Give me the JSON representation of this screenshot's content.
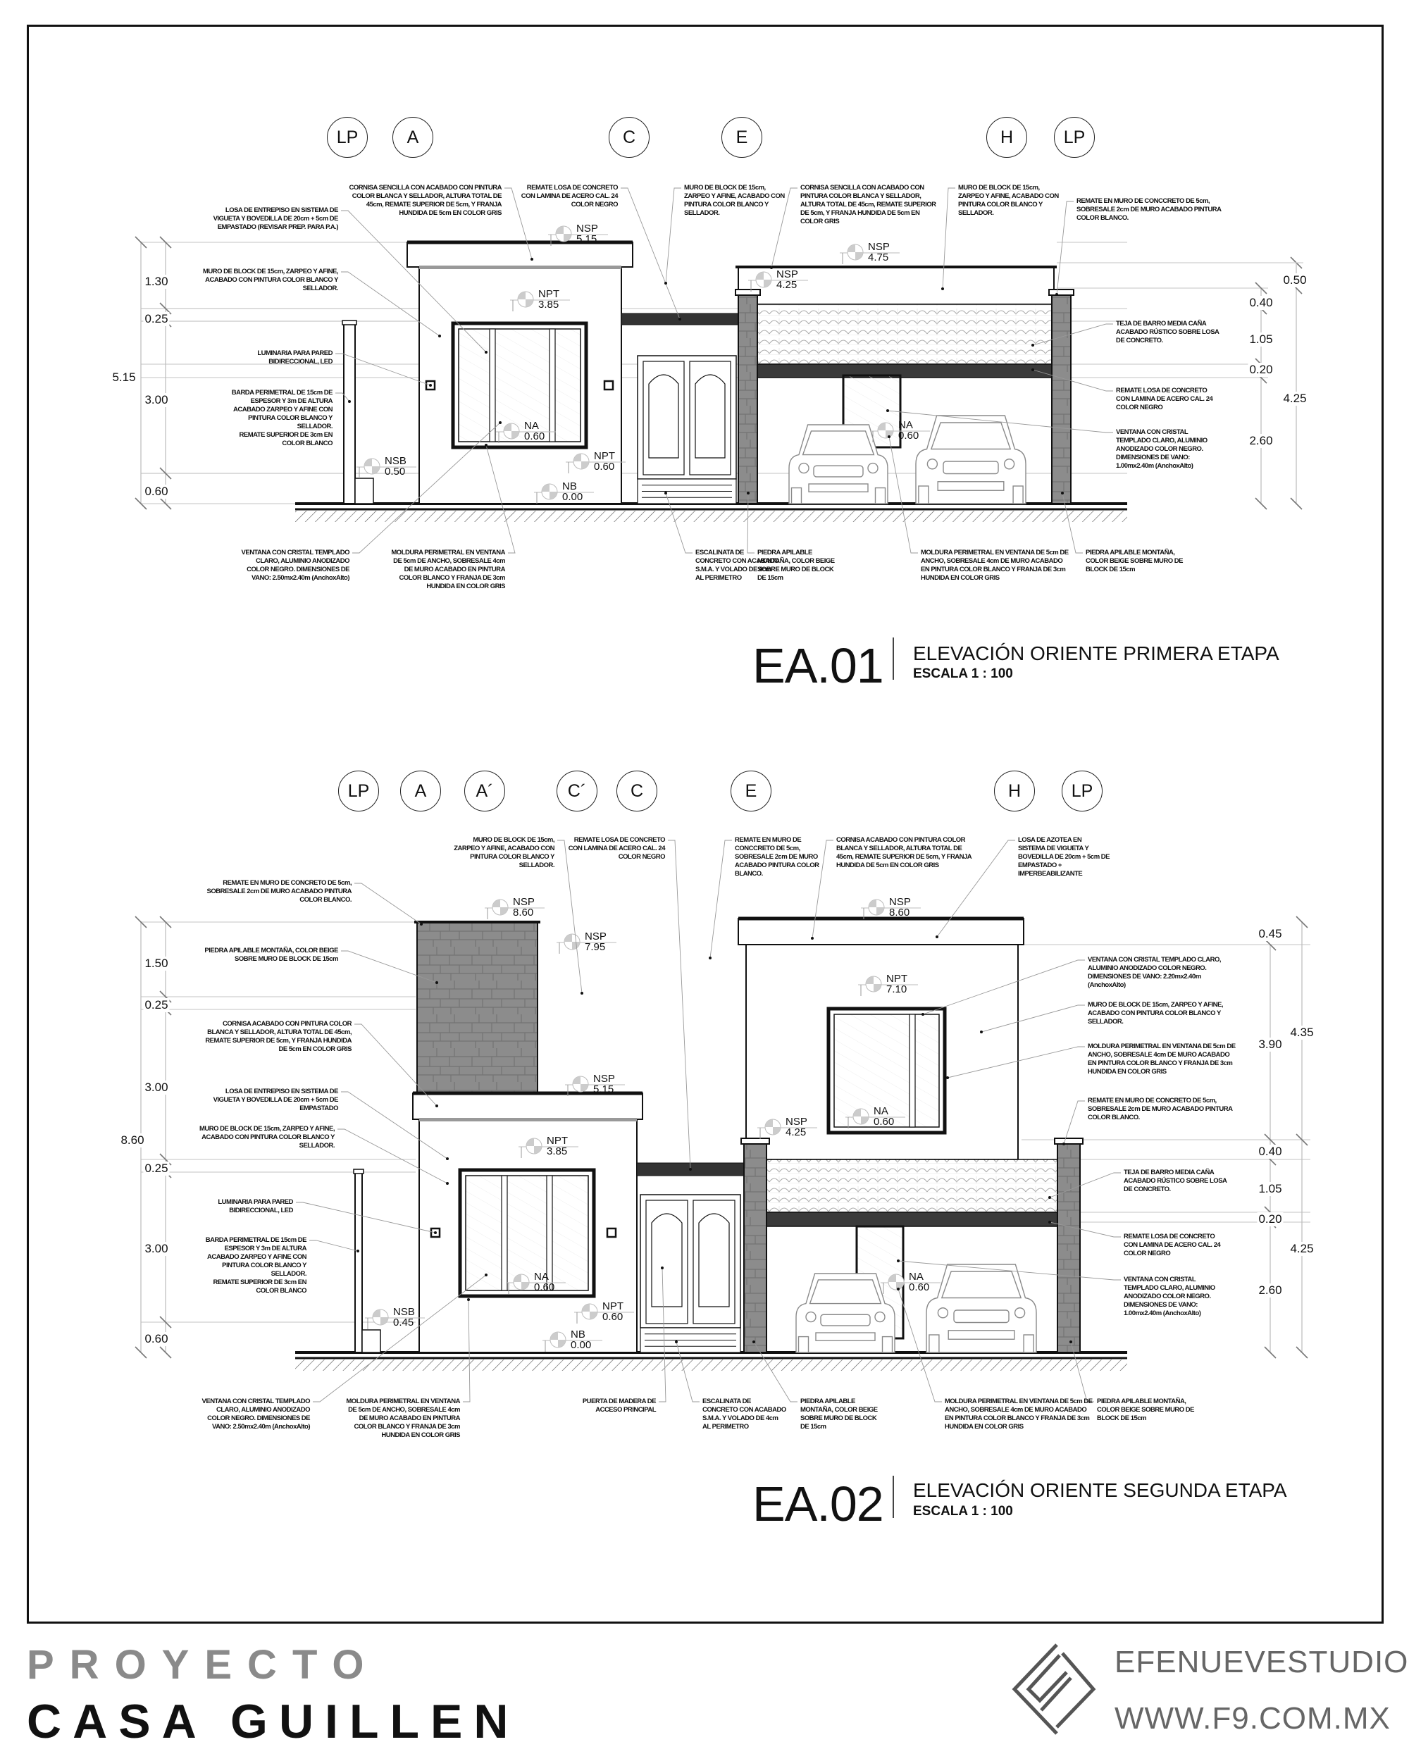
{
  "project": {
    "label": "PROYECTO",
    "name": "CASA GUILLEN"
  },
  "studio": {
    "name": "EFENUEVESTUDIO",
    "url": "WWW.F9.COM.MX",
    "logo_text": "F9"
  },
  "colors": {
    "line": "#111111",
    "stone": "#8a8a8a",
    "beam": "#3a3a3a",
    "guide": "#cfcfcf",
    "brand_gray": "#666666"
  },
  "elevations": [
    {
      "code": "EA.01",
      "title": "ELEVACIÓN ORIENTE PRIMERA ETAPA",
      "scale": "ESCALA 1 : 100",
      "grid_axes": [
        "LP",
        "A",
        "C",
        "E",
        "H",
        "LP"
      ],
      "levels": [
        {
          "text": "NSP\n5.15"
        },
        {
          "text": "NPT\n3.85"
        },
        {
          "text": "NSP\n4.75"
        },
        {
          "text": "NSP\n4.25"
        },
        {
          "text": "NA\n0.60"
        },
        {
          "text": "NPT\n0.60"
        },
        {
          "text": "NB\n0.00"
        },
        {
          "text": "NSB\n0.50"
        },
        {
          "text": "NA\n0.60"
        }
      ],
      "dims_left": [
        "1.30",
        "0.25",
        "3.00",
        "0.60",
        "5.15"
      ],
      "dims_right": [
        "0.50",
        "0.40",
        "1.05",
        "0.20",
        "2.60",
        "4.25"
      ],
      "annotations": [
        "LOSA DE ENTREPISO EN SISTEMA DE\nVIGUETA Y BOVEDILLA DE 20cm + 5cm DE\nEMPASTADO (REVISAR PREP. PARA P.A.)",
        "MURO DE BLOCK DE 15cm, ZARPEO Y AFINE,\nACABADO CON PINTURA COLOR BLANCO Y\nSELLADOR.",
        "CORNISA SENCILLA CON ACABADO CON PINTURA\nCOLOR BLANCA Y SELLADOR, ALTURA TOTAL DE\n45cm, REMATE SUPERIOR DE 5cm, Y FRANJA\nHUNDIDA DE 5cm EN COLOR GRIS",
        "REMATE LOSA DE CONCRETO\nCON LAMINA DE ACERO CAL. 24\nCOLOR NEGRO",
        "MURO DE BLOCK DE 15cm,\nZARPEO Y AFINE, ACABADO CON\nPINTURA COLOR BLANCO Y\nSELLADOR.",
        "CORNISA SENCILLA CON ACABADO CON\nPINTURA COLOR BLANCA Y SELLADOR,\nALTURA TOTAL DE 45cm, REMATE SUPERIOR\nDE 5cm, Y FRANJA HUNDIDA DE 5cm EN\nCOLOR GRIS",
        "MURO DE BLOCK DE 15cm,\nZARPEO Y AFINE, ACABADO CON\nPINTURA COLOR BLANCO Y\nSELLADOR.",
        "REMATE EN MURO DE CONCCRETO DE 5cm,\nSOBRESALE 2cm DE MURO ACABADO PINTURA\nCOLOR BLANCO.",
        "LUMINARIA PARA PARED\nBIDIRECCIONAL, LED",
        "BARDA PERIMETRAL DE 15cm DE\nESPESOR Y 3m DE ALTURA\nACABADO ZARPEO Y AFINE CON\nPINTURA COLOR BLANCO Y\nSELLADOR.\nREMATE SUPERIOR DE 3cm EN\nCOLOR BLANCO",
        "TEJA DE BARRO MEDIA CAÑA\nACABADO RÚSTICO SOBRE LOSA\nDE CONCRETO.",
        "REMATE LOSA DE CONCRETO\nCON LAMINA DE ACERO CAL. 24\nCOLOR NEGRO",
        "VENTANA CON CRISTAL\nTEMPLADO CLARO, ALUMINIO\nANODIZADO COLOR NEGRO.\nDIMENSIONES DE VANO:\n1.00mx2.40m (AnchoxAlto)",
        "VENTANA CON CRISTAL TEMPLADO\nCLARO, ALUMINIO ANODIZADO\nCOLOR NEGRO. DIMENSIONES DE\nVANO: 2.50mx2.40m (AnchoxAlto)",
        "MOLDURA PERIMETRAL EN VENTANA\nDE 5cm DE ANCHO, SOBRESALE 4cm\nDE MURO ACABADO EN PINTURA\nCOLOR BLANCO Y FRANJA DE 3cm\nHUNDIDA EN COLOR GRIS",
        "ESCALINATA DE\nCONCRETO CON ACABADO\nS.M.A. Y VOLADO DE 4cm\nAL PERIMETRO",
        "PIEDRA APILABLE\nMONTAÑA, COLOR BEIGE\nSOBRE MURO DE BLOCK\nDE 15cm",
        "MOLDURA PERIMETRAL EN VENTANA DE 5cm DE\nANCHO, SOBRESALE 4cm DE MURO ACABADO\nEN PINTURA COLOR BLANCO Y FRANJA DE 3cm\nHUNDIDA EN COLOR GRIS",
        "PIEDRA APILABLE MONTAÑA,\nCOLOR BEIGE   SOBRE MURO DE\nBLOCK DE 15cm"
      ]
    },
    {
      "code": "EA.02",
      "title": "ELEVACIÓN ORIENTE SEGUNDA ETAPA",
      "scale": "ESCALA 1 : 100",
      "grid_axes": [
        "LP",
        "A",
        "A´",
        "C´",
        "C",
        "E",
        "H",
        "LP"
      ],
      "levels": [
        {
          "text": "NSP\n8.60"
        },
        {
          "text": "NSP\n7.95"
        },
        {
          "text": "NSP\n5.15"
        },
        {
          "text": "NPT\n3.85"
        },
        {
          "text": "NSP\n8.60"
        },
        {
          "text": "NPT\n7.10"
        },
        {
          "text": "NA\n0.60"
        },
        {
          "text": "NSP\n4.25"
        },
        {
          "text": "NA\n0.60"
        },
        {
          "text": "NPT\n0.60"
        },
        {
          "text": "NB\n0.00"
        },
        {
          "text": "NSB\n0.45"
        },
        {
          "text": "NA\n0.60"
        }
      ],
      "dims_left": [
        "1.50",
        "0.25",
        "3.00",
        "0.25",
        "3.00",
        "0.60",
        "8.60"
      ],
      "dims_right": [
        "0.45",
        "3.90",
        "4.35",
        "0.40",
        "1.05",
        "0.20",
        "2.60",
        "4.25"
      ],
      "annotations": [
        "REMATE EN MURO DE CONCRETO DE 5cm,\nSOBRESALE 2cm DE MURO ACABADO PINTURA\nCOLOR BLANCO.",
        "MURO DE BLOCK DE 15cm,\nZARPEO Y AFINE, ACABADO CON\nPINTURA COLOR BLANCO Y\nSELLADOR.",
        "REMATE LOSA DE CONCRETO\nCON LAMINA DE ACERO CAL. 24\nCOLOR NEGRO",
        "REMATE EN MURO DE\nCONCCRETO DE 5cm,\nSOBRESALE 2cm DE MURO\nACABADO PINTURA COLOR\nBLANCO.",
        "CORNISA ACABADO CON PINTURA COLOR\nBLANCA Y SELLADOR, ALTURA TOTAL DE\n45cm, REMATE SUPERIOR DE 5cm, Y FRANJA\nHUNDIDA DE 5cm EN COLOR GRIS",
        "LOSA DE AZOTEA EN\nSISTEMA DE VIGUETA Y\nBOVEDILLA DE 20cm + 5cm DE\nEMPASTADO +\nIMPERBEABILIZANTE",
        "PIEDRA APILABLE MONTAÑA, COLOR BEIGE\nSOBRE MURO DE BLOCK DE 15cm",
        "CORNISA ACABADO CON PINTURA COLOR\nBLANCA Y SELLADOR, ALTURA TOTAL DE 45cm,\nREMATE SUPERIOR DE 5cm, Y FRANJA HUNDIDA\nDE 5cm EN COLOR GRIS",
        "LOSA DE ENTREPISO EN SISTEMA DE\nVIGUETA Y BOVEDILLA DE 20cm + 5cm DE\nEMPASTADO",
        "MURO DE BLOCK DE 15cm, ZARPEO Y AFINE,\nACABADO CON PINTURA COLOR BLANCO Y\nSELLADOR.",
        "LUMINARIA PARA PARED\nBIDIRECCIONAL, LED",
        "BARDA PERIMETRAL DE 15cm DE\nESPESOR Y 3m DE ALTURA\nACABADO ZARPEO Y AFINE CON\nPINTURA COLOR BLANCO Y\nSELLADOR.\nREMATE SUPERIOR DE 3cm EN\nCOLOR BLANCO",
        "VENTANA CON CRISTAL TEMPLADO CLARO,\nALUMINIO ANODIZADO COLOR NEGRO.\nDIMENSIONES DE VANO: 2.20mx2.40m\n(AnchoxAlto)",
        "MURO DE BLOCK DE 15cm, ZARPEO Y AFINE,\nACABADO CON PINTURA COLOR BLANCO Y\nSELLADOR.",
        "MOLDURA PERIMETRAL EN VENTANA DE 5cm DE\nANCHO, SOBRESALE 4cm DE MURO ACABADO\nEN PINTURA COLOR BLANCO Y FRANJA DE 3cm\nHUNDIDA EN COLOR GRIS",
        "REMATE EN MURO DE CONCRETO DE 5cm,\nSOBRESALE 2cm DE MURO ACABADO PINTURA\nCOLOR BLANCO.",
        "TEJA DE BARRO MEDIA CAÑA\nACABADO RÚSTICO SOBRE LOSA\nDE CONCRETO.",
        "REMATE LOSA DE CONCRETO\nCON LAMINA DE ACERO CAL. 24\nCOLOR NEGRO",
        "VENTANA CON CRISTAL\nTEMPLADO CLARO, ALUMINIO\nANODIZADO COLOR NEGRO.\nDIMENSIONES DE VANO:\n1.00mx2.40m (AnchoxAlto)",
        "VENTANA CON CRISTAL TEMPLADO\nCLARO, ALUMINIO ANODIZADO\nCOLOR NEGRO. DIMENSIONES DE\nVANO: 2.50mx2.40m (AnchoxAlto)",
        "MOLDURA PERIMETRAL EN VENTANA\nDE 5cm DE ANCHO, SOBRESALE 4cm\nDE MURO ACABADO EN PINTURA\nCOLOR BLANCO Y FRANJA DE 3cm\nHUNDIDA EN COLOR GRIS",
        "PUERTA DE MADERA DE\nACCESO PRINCIPAL",
        "ESCALINATA DE\nCONCRETO CON ACABADO\nS.M.A. Y VOLADO DE 4cm\nAL PERIMETRO",
        "PIEDRA APILABLE\nMONTAÑA, COLOR BEIGE\nSOBRE MURO DE BLOCK\nDE 15cm",
        "MOLDURA PERIMETRAL EN VENTANA DE 5cm DE\nANCHO, SOBRESALE 4cm DE MURO ACABADO\nEN PINTURA COLOR BLANCO Y FRANJA DE 3cm\nHUNDIDA EN COLOR GRIS",
        "PIEDRA APILABLE MONTAÑA,\nCOLOR BEIGE   SOBRE MURO DE\nBLOCK DE 15cm"
      ]
    }
  ]
}
